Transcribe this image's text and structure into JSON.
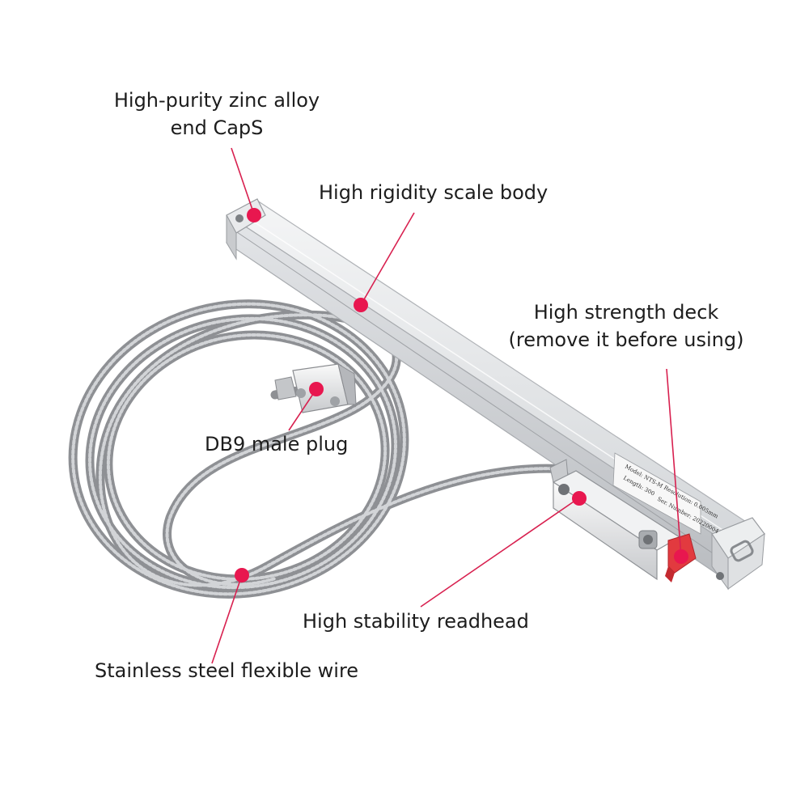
{
  "colors": {
    "marker": "#e8174f",
    "leader": "#d8204f",
    "text": "#1d1d1d",
    "aluminium": "#d9dcdf",
    "steel": "#a7a9ac"
  },
  "labels": {
    "end_caps": {
      "line1": "High-purity zinc alloy",
      "line2": "end CapS"
    },
    "scale_body": "High rigidity scale body",
    "deck": {
      "line1": "High strength deck",
      "line2": "(remove it before using)"
    },
    "db9_plug": "DB9 male plug",
    "readhead": "High stability readhead",
    "flex_wire": "Stainless steel flexible wire"
  },
  "nameplate": {
    "model": "Model: NTS-M",
    "resolution": "Resolution: 0.005mm",
    "length": "Length: 300",
    "number": "Ser. Number: 20220004"
  }
}
